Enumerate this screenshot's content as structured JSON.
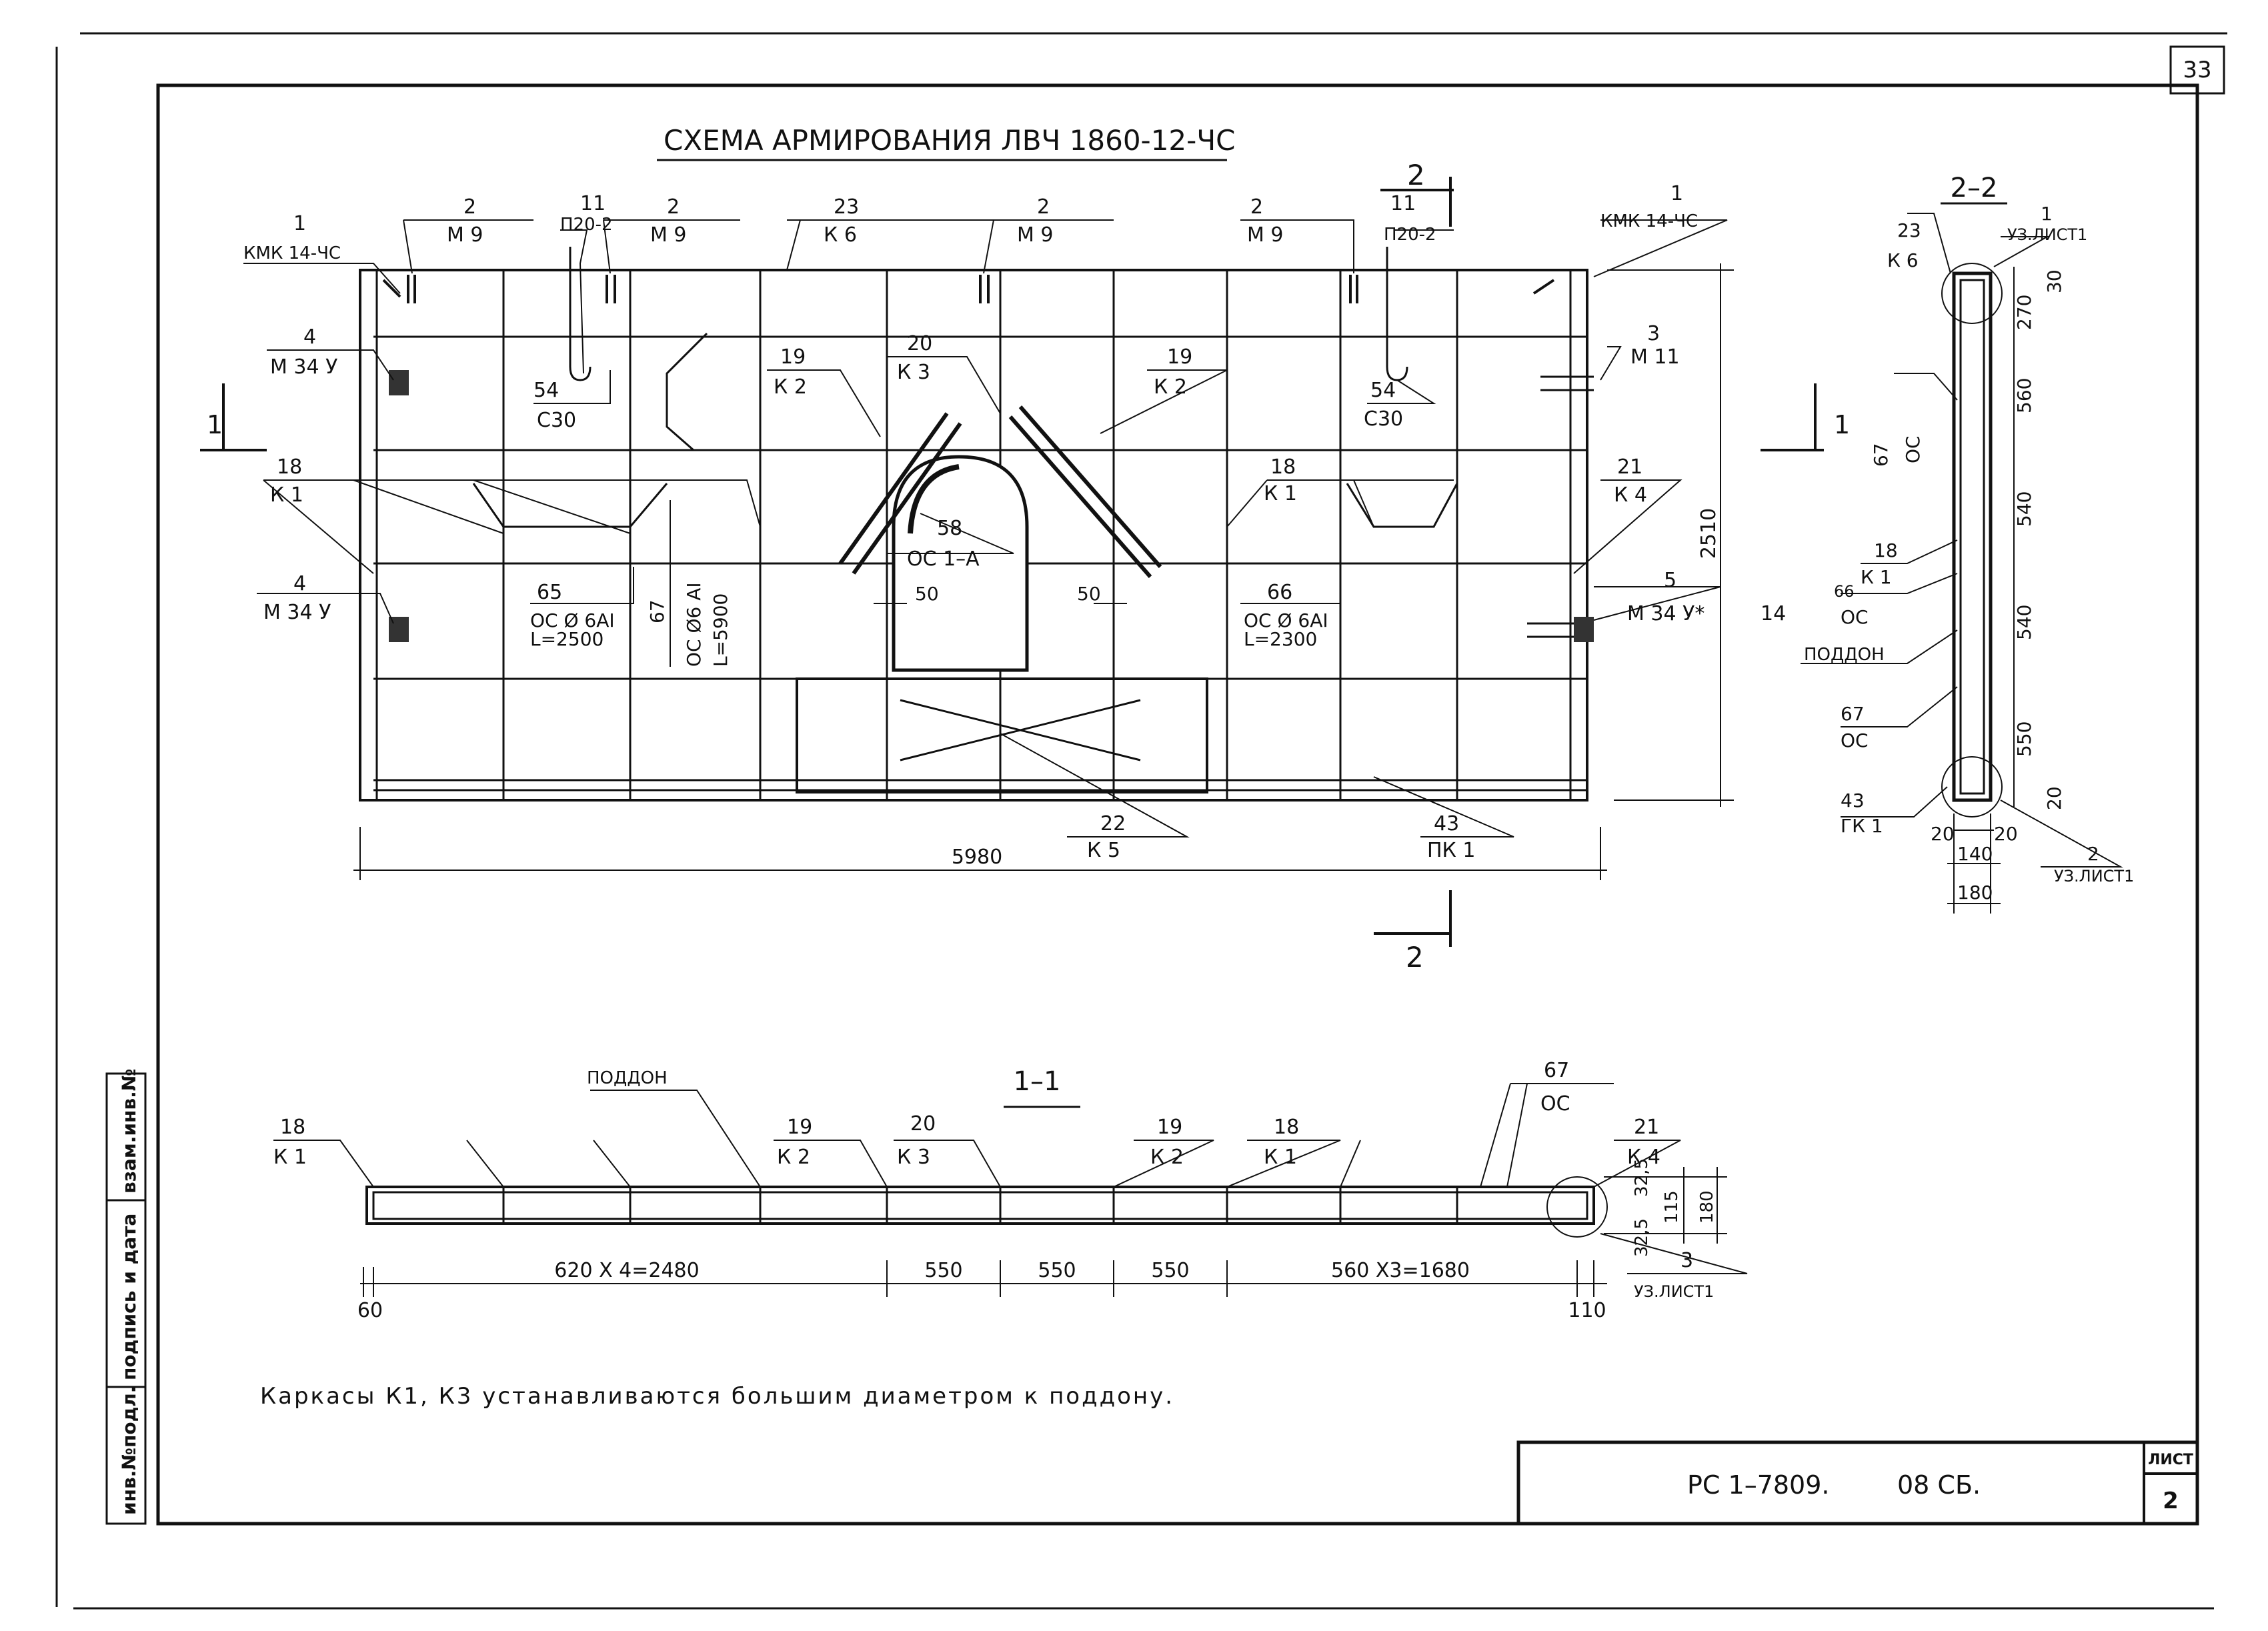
{
  "sheet_number": "33",
  "title": "СХЕМА АРМИРОВАНИЯ ЛВЧ 1860-12-ЧС",
  "note": "Каркасы К1, К3 устанавливаются большим диаметром к поддону.",
  "stamp": {
    "code": "РС 1–7809.",
    "suffix": "08 СБ.",
    "sheet_label": "ЛИСТ",
    "sheet_no": "2"
  },
  "side_stamp": {
    "inv_orig": "инв.№подл.",
    "sign_date": "подпись и дата",
    "inv_repl": "взам.инв.№"
  },
  "front": {
    "callouts": [
      {
        "num": "1",
        "code": "КМК 14-ЧС"
      },
      {
        "num": "2",
        "code": "М 9"
      },
      {
        "num": "11",
        "code": "П20-2"
      },
      {
        "num": "2",
        "code": "М 9"
      },
      {
        "num": "23",
        "code": "К 6"
      },
      {
        "num": "2",
        "code": "М 9"
      },
      {
        "num": "2",
        "code": "М 9"
      },
      {
        "num": "11",
        "code": "П20-2"
      },
      {
        "num": "1",
        "code": "КМК 14-ЧС"
      },
      {
        "num": "4",
        "code": "М 34 У"
      },
      {
        "num": "54",
        "code": "С30"
      },
      {
        "num": "19",
        "code": "К 2"
      },
      {
        "num": "20",
        "code": "К 3"
      },
      {
        "num": "19",
        "code": "К 2"
      },
      {
        "num": "54",
        "code": "С30"
      },
      {
        "num": "3",
        "code": "М 11"
      },
      {
        "num": "18",
        "code": "К 1"
      },
      {
        "num": "58",
        "code": "ОС 1–А"
      },
      {
        "num": "18",
        "code": "К 1"
      },
      {
        "num": "21",
        "code": "К 4"
      },
      {
        "num": "4",
        "code": "М 34 У"
      },
      {
        "num": "5",
        "code": "М 34 У*"
      },
      {
        "num": "22",
        "code": "К 5"
      },
      {
        "num": "43",
        "code": "ПК 1"
      }
    ],
    "bar65": {
      "num": "65",
      "line1": "ОС Ø 6АI",
      "line2": "L=2500"
    },
    "bar66": {
      "num": "66",
      "line1": "ОС Ø 6АI",
      "line2": "L=2300"
    },
    "bar67": {
      "num": "67",
      "line1": "ОС Ø6 АI",
      "line2": "L=5900"
    },
    "dim_len": "5980",
    "dim_height": "2510",
    "opening_l": "50",
    "opening_r": "50",
    "item_14": "14",
    "sec1": "1",
    "sec2": "2"
  },
  "section22": {
    "title": "2–2",
    "callouts": [
      {
        "num": "23",
        "code": "К 6"
      },
      {
        "num": "1",
        "code": "УЗ.ЛИСТ1"
      },
      {
        "num": "67",
        "code": "ОС"
      },
      {
        "num": "18",
        "code": "К 1"
      },
      {
        "num": "66",
        "code": "ОС"
      },
      {
        "num": "67",
        "code": "ОС"
      },
      {
        "num": "43",
        "code": "ГК 1"
      },
      {
        "num": "2",
        "code": "УЗ.ЛИСТ1"
      }
    ],
    "podon": "ПОДДОН",
    "dims": [
      "30",
      "270",
      "560",
      "540",
      "540",
      "550",
      "20"
    ],
    "bottom": [
      "20",
      "20",
      "140",
      "180"
    ]
  },
  "section11": {
    "title": "1–1",
    "podon": "ПОДДОН",
    "callouts": [
      {
        "num": "18",
        "code": "К 1"
      },
      {
        "num": "19",
        "code": "К 2"
      },
      {
        "num": "20",
        "code": "К 3"
      },
      {
        "num": "19",
        "code": "К 2"
      },
      {
        "num": "18",
        "code": "К 1"
      },
      {
        "num": "67",
        "code": "ОС"
      },
      {
        "num": "21",
        "code": "К 4"
      },
      {
        "num": "3",
        "code": "УЗ.ЛИСТ1"
      }
    ],
    "dims": [
      "620 Х 4=2480",
      "550",
      "550",
      "550",
      "560 Х3=1680"
    ],
    "left_end": "60",
    "right_end": "110",
    "h_dims": [
      "32,5",
      "115",
      "32,5",
      "180"
    ]
  }
}
